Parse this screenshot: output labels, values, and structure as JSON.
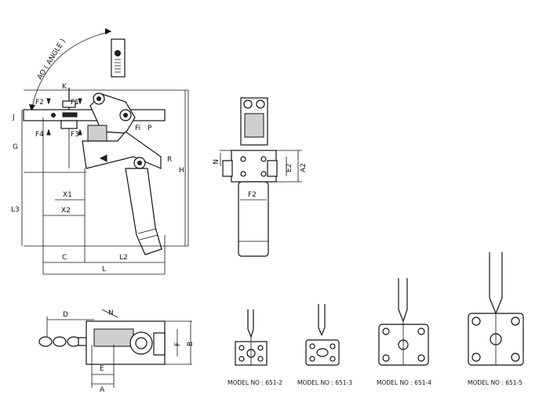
{
  "dimensions": {
    "angle": "AO ( ANGLE )",
    "K": "K",
    "F1": "F1",
    "F2": "F2",
    "F3": "F3",
    "F4": "F4",
    "J": "J",
    "G": "G",
    "H": "H",
    "L3": "L3",
    "X1": "X1",
    "X2": "X2",
    "C": "C",
    "L2": "L2",
    "L": "L",
    "Fi": "Fi",
    "P": "P",
    "R": "R",
    "N": "N",
    "E2": "E2",
    "A2": "A2",
    "D": "D",
    "E": "E",
    "A": "A",
    "F": "F",
    "B": "B"
  },
  "models": {
    "m2": "MODEL NO : 651-2",
    "m3": "MODEL NO : 651-3",
    "m4": "MODEL NO : 651-4",
    "m5": "MODEL NO : 651-5"
  }
}
